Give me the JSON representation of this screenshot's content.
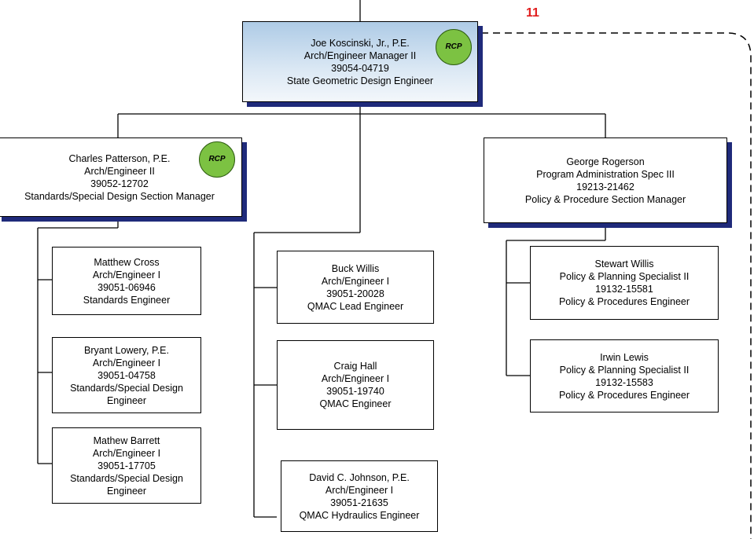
{
  "page_number": "11",
  "badge_label": "RCP",
  "top": {
    "name": "Joe Koscinski, Jr., P.E.",
    "title": "Arch/Engineer Manager II",
    "position": "39054-04719",
    "role": "State Geometric Design Engineer"
  },
  "left_mgr": {
    "name": "Charles Patterson, P.E.",
    "title": "Arch/Engineer II",
    "position": "39052-12702",
    "role": "Standards/Special Design Section Manager"
  },
  "right_mgr": {
    "name": "George Rogerson",
    "title": "Program Administration Spec III",
    "position": "19213-21462",
    "role": "Policy & Procedure Section Manager"
  },
  "matthew_cross": {
    "name": "Matthew Cross",
    "title": "Arch/Engineer I",
    "position": "39051-06946",
    "role": "Standards Engineer"
  },
  "bryant_lowery": {
    "name": "Bryant Lowery, P.E.",
    "title": "Arch/Engineer I",
    "position": "39051-04758",
    "role": "Standards/Special Design Engineer"
  },
  "mathew_barrett": {
    "name": "Mathew Barrett",
    "title": "Arch/Engineer I",
    "position": "39051-17705",
    "role": "Standards/Special Design Engineer"
  },
  "buck_willis": {
    "name": "Buck Willis",
    "title": "Arch/Engineer I",
    "position": "39051-20028",
    "role": "QMAC Lead Engineer"
  },
  "craig_hall": {
    "name": "Craig Hall",
    "title": "Arch/Engineer I",
    "position": "39051-19740",
    "role": "QMAC Engineer"
  },
  "david_johnson": {
    "name": "David C. Johnson, P.E.",
    "title": "Arch/Engineer I",
    "position": "39051-21635",
    "role": "QMAC Hydraulics Engineer"
  },
  "stewart_willis": {
    "name": "Stewart Willis",
    "title": "Policy & Planning Specialist II",
    "position": "19132-15581",
    "role": "Policy & Procedures Engineer"
  },
  "irwin_lewis": {
    "name": "Irwin Lewis",
    "title": "Policy & Planning Specialist II",
    "position": "19132-15583",
    "role": "Policy & Procedures Engineer"
  }
}
